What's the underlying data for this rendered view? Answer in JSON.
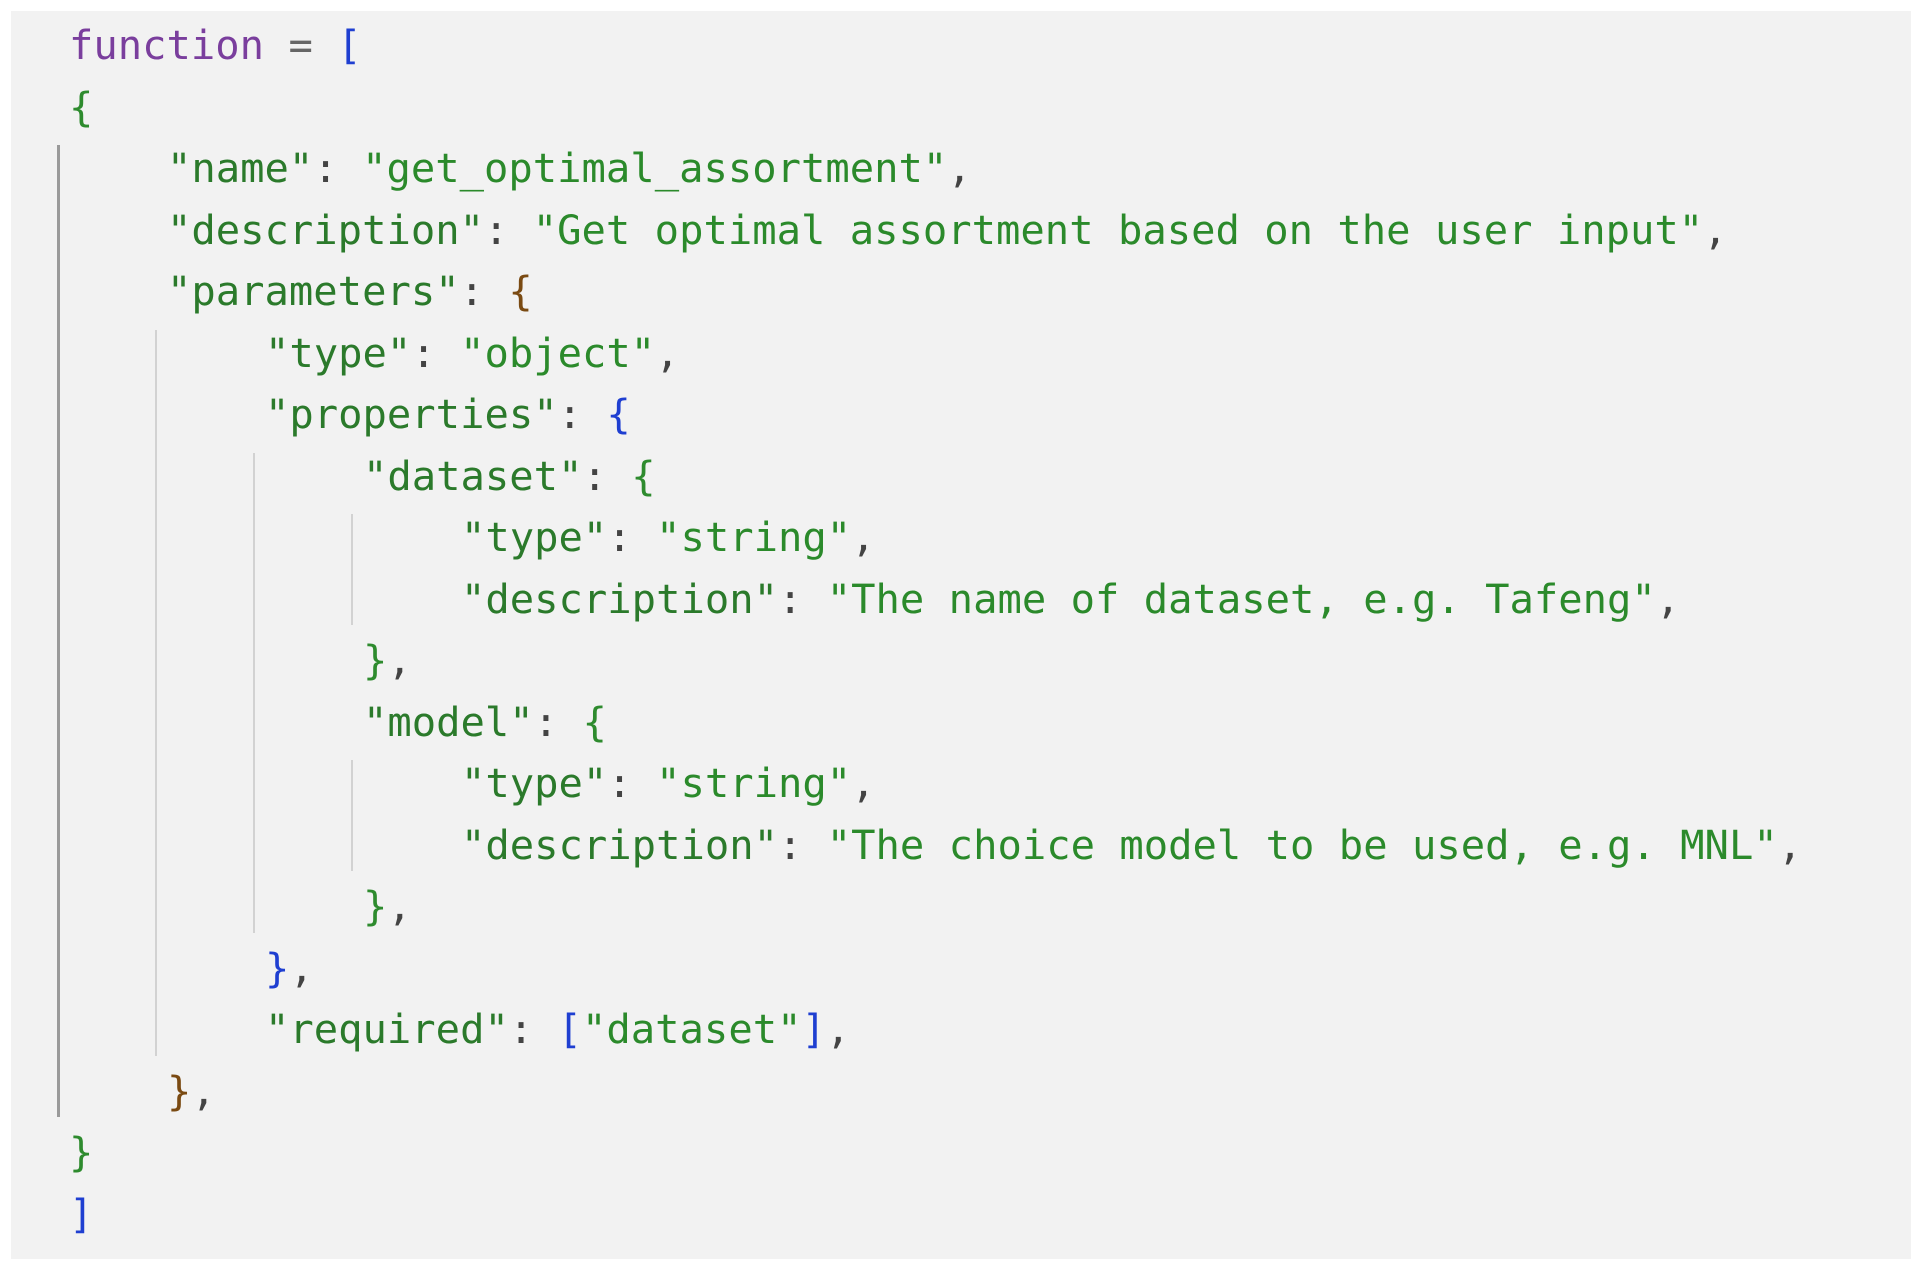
{
  "colors": {
    "background": "#f2f2f2",
    "keyword": "#7a3e9d",
    "operator": "#666666",
    "bracket": "#1f3fd1",
    "brace_green": "#2e8b2e",
    "brace_brown": "#7a4a12",
    "key": "#2b7a2b",
    "string": "#2b8a2b",
    "punctuation": "#444444",
    "guide_outer": "#9a9a9a",
    "guide_inner": "#d2d2d2"
  },
  "code": {
    "lines": [
      {
        "indent": 0,
        "tokens": [
          {
            "text": "function",
            "type": "keyword"
          },
          {
            "text": " = ",
            "type": "operator"
          },
          {
            "text": "[",
            "type": "bracket"
          }
        ]
      },
      {
        "indent": 0,
        "tokens": [
          {
            "text": "{",
            "type": "brace_green"
          }
        ]
      },
      {
        "indent": 1,
        "tokens": [
          {
            "text": "\"name\"",
            "type": "key"
          },
          {
            "text": ": ",
            "type": "punctuation"
          },
          {
            "text": "\"get_optimal_assortment\"",
            "type": "string"
          },
          {
            "text": ",",
            "type": "punctuation"
          }
        ]
      },
      {
        "indent": 1,
        "tokens": [
          {
            "text": "\"description\"",
            "type": "key"
          },
          {
            "text": ": ",
            "type": "punctuation"
          },
          {
            "text": "\"Get optimal assortment based on the user input\"",
            "type": "string"
          },
          {
            "text": ",",
            "type": "punctuation"
          }
        ]
      },
      {
        "indent": 1,
        "tokens": [
          {
            "text": "\"parameters\"",
            "type": "key"
          },
          {
            "text": ": ",
            "type": "punctuation"
          },
          {
            "text": "{",
            "type": "brace_brown"
          }
        ]
      },
      {
        "indent": 2,
        "tokens": [
          {
            "text": "\"type\"",
            "type": "key"
          },
          {
            "text": ": ",
            "type": "punctuation"
          },
          {
            "text": "\"object\"",
            "type": "string"
          },
          {
            "text": ",",
            "type": "punctuation"
          }
        ]
      },
      {
        "indent": 2,
        "tokens": [
          {
            "text": "\"properties\"",
            "type": "key"
          },
          {
            "text": ": ",
            "type": "punctuation"
          },
          {
            "text": "{",
            "type": "bracket"
          }
        ]
      },
      {
        "indent": 3,
        "tokens": [
          {
            "text": "\"dataset\"",
            "type": "key"
          },
          {
            "text": ": ",
            "type": "punctuation"
          },
          {
            "text": "{",
            "type": "brace_green"
          }
        ]
      },
      {
        "indent": 4,
        "tokens": [
          {
            "text": "\"type\"",
            "type": "key"
          },
          {
            "text": ": ",
            "type": "punctuation"
          },
          {
            "text": "\"string\"",
            "type": "string"
          },
          {
            "text": ",",
            "type": "punctuation"
          }
        ]
      },
      {
        "indent": 4,
        "tokens": [
          {
            "text": "\"description\"",
            "type": "key"
          },
          {
            "text": ": ",
            "type": "punctuation"
          },
          {
            "text": "\"The name of dataset, e.g. Tafeng\"",
            "type": "string"
          },
          {
            "text": ",",
            "type": "punctuation"
          }
        ]
      },
      {
        "indent": 3,
        "tokens": [
          {
            "text": "}",
            "type": "brace_green"
          },
          {
            "text": ",",
            "type": "punctuation"
          }
        ]
      },
      {
        "indent": 3,
        "tokens": [
          {
            "text": "\"model\"",
            "type": "key"
          },
          {
            "text": ": ",
            "type": "punctuation"
          },
          {
            "text": "{",
            "type": "brace_green"
          }
        ]
      },
      {
        "indent": 4,
        "tokens": [
          {
            "text": "\"type\"",
            "type": "key"
          },
          {
            "text": ": ",
            "type": "punctuation"
          },
          {
            "text": "\"string\"",
            "type": "string"
          },
          {
            "text": ",",
            "type": "punctuation"
          }
        ]
      },
      {
        "indent": 4,
        "tokens": [
          {
            "text": "\"description\"",
            "type": "key"
          },
          {
            "text": ": ",
            "type": "punctuation"
          },
          {
            "text": "\"The choice model to be used, e.g. MNL\"",
            "type": "string"
          },
          {
            "text": ",",
            "type": "punctuation"
          }
        ]
      },
      {
        "indent": 3,
        "tokens": [
          {
            "text": "}",
            "type": "brace_green"
          },
          {
            "text": ",",
            "type": "punctuation"
          }
        ]
      },
      {
        "indent": 2,
        "tokens": [
          {
            "text": "}",
            "type": "bracket"
          },
          {
            "text": ",",
            "type": "punctuation"
          }
        ]
      },
      {
        "indent": 2,
        "tokens": [
          {
            "text": "\"required\"",
            "type": "key"
          },
          {
            "text": ": ",
            "type": "punctuation"
          },
          {
            "text": "[",
            "type": "bracket"
          },
          {
            "text": "\"dataset\"",
            "type": "string"
          },
          {
            "text": "]",
            "type": "bracket"
          },
          {
            "text": ",",
            "type": "punctuation"
          }
        ]
      },
      {
        "indent": 1,
        "tokens": [
          {
            "text": "}",
            "type": "brace_brown"
          },
          {
            "text": ",",
            "type": "punctuation"
          }
        ]
      },
      {
        "indent": 0,
        "tokens": [
          {
            "text": "}",
            "type": "brace_green"
          }
        ]
      },
      {
        "indent": 0,
        "tokens": [
          {
            "text": "]",
            "type": "bracket"
          }
        ]
      }
    ]
  }
}
